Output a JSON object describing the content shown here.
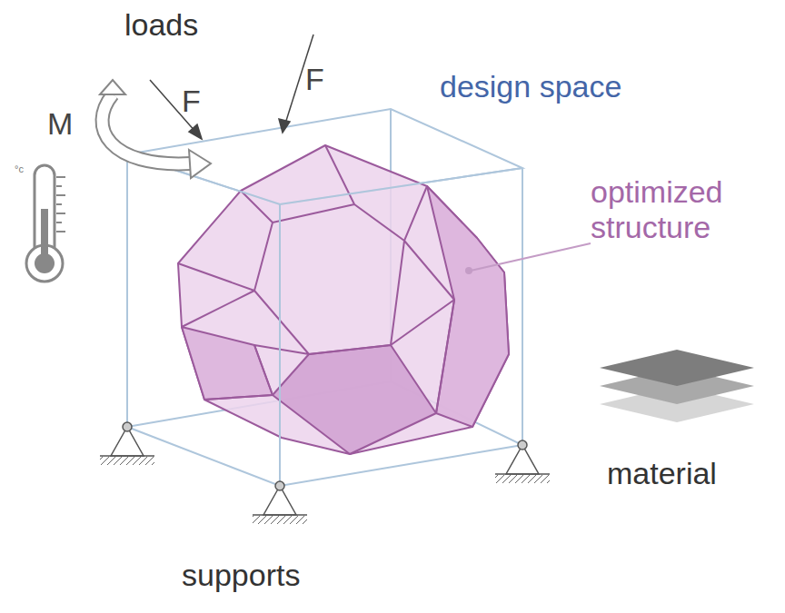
{
  "diagram": {
    "labels": [
      "loads",
      "F",
      "F",
      "M",
      "°c",
      "design space",
      "optimized structure",
      "material",
      "supports"
    ]
  }
}
